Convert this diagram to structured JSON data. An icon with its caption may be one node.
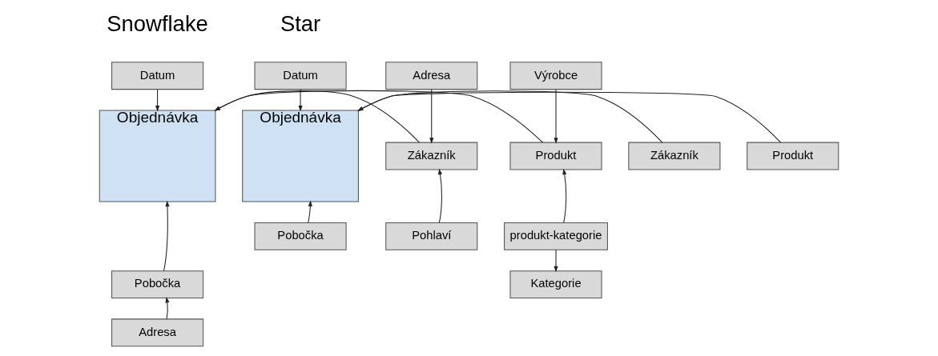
{
  "diagram": {
    "nodes": [
      {
        "text": [
          "Datum"
        ]
      },
      {
        "text": [
          "Produkt"
        ]
      },
      {
        "text": [
          "Objednávka"
        ]
      },
      {
        "text": [
          "Zákazník"
        ]
      },
      {
        "text": [
          "Pobočka"
        ]
      },
      {
        "text": [
          "Datum"
        ]
      },
      {
        "text": [
          "Výrobce"
        ]
      },
      {
        "text": [
          "Adresa"
        ]
      },
      {
        "text": [
          "Produkt"
        ]
      },
      {
        "text": [
          "Objednávka"
        ]
      },
      {
        "text": [
          "Zákazník"
        ]
      },
      {
        "text": [
          "produkt-kategorie"
        ]
      },
      {
        "text": [
          "Pohlaví"
        ]
      },
      {
        "text": [
          "Pobočka"
        ]
      },
      {
        "text": [
          "Kategorie"
        ]
      },
      {
        "text": [
          "Adresa"
        ]
      }
    ],
    "edges": [
      {
        "from": 0,
        "to": 2,
        "arrow": "to"
      },
      {
        "from": 1,
        "to": 2,
        "arrow": "to"
      },
      {
        "from": 3,
        "to": 2,
        "arrow": "to"
      },
      {
        "from": 4,
        "to": 2,
        "arrow": "to"
      },
      {
        "from": 5,
        "to": 9,
        "arrow": "to"
      },
      {
        "from": 6,
        "to": 8,
        "arrow": "to"
      },
      {
        "from": 8,
        "to": 9,
        "arrow": "to"
      },
      {
        "from": 7,
        "to": 10,
        "arrow": "to"
      },
      {
        "from": 10,
        "to": 9,
        "arrow": "to"
      },
      {
        "from": 11,
        "to": 8,
        "arrow": "to"
      },
      {
        "from": 12,
        "to": 10,
        "arrow": "to"
      },
      {
        "from": 13,
        "to": 9,
        "arrow": "to"
      },
      {
        "from": 11,
        "to": 14,
        "arrow": "to"
      },
      {
        "from": 15,
        "to": 13,
        "arrow": "to"
      }
    ],
    "labels": [
      "Star",
      "Snowflake"
    ]
  }
}
